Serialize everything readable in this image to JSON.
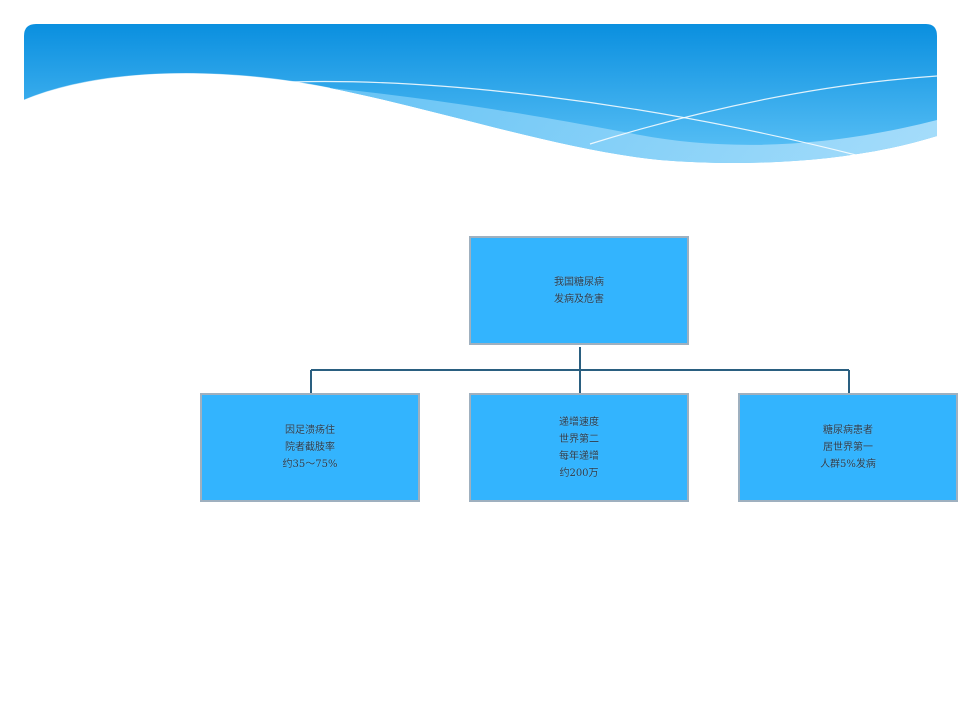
{
  "colors": {
    "node_fill": "#33b4fe",
    "node_border": "#9fb0bf",
    "connector": "#2a5f80",
    "banner_top": "#0a8fdf",
    "banner_light": "#8fd0f8"
  },
  "diagram": {
    "root": {
      "lines": [
        "我国糖尿病",
        "发病及危害"
      ]
    },
    "children": [
      {
        "lines": [
          "因足溃疡住",
          "院者截肢率",
          "约35～75%"
        ]
      },
      {
        "lines": [
          "递增速度",
          "世界第二",
          "每年递增",
          "约200万"
        ]
      },
      {
        "lines": [
          "糖尿病患者",
          "居世界第一",
          "人群5%发病"
        ]
      }
    ]
  }
}
